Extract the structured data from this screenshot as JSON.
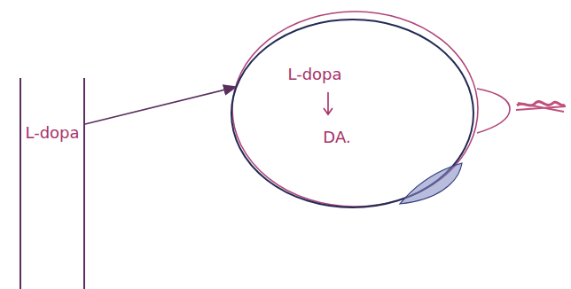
{
  "diagram": {
    "nodes": [
      {
        "text": [
          "L-dopa"
        ]
      },
      {
        "text": [
          "L-dopa",
          "DA."
        ]
      }
    ],
    "edges": [
      {
        "from": 0,
        "to": 1,
        "arrow": "to"
      }
    ]
  }
}
